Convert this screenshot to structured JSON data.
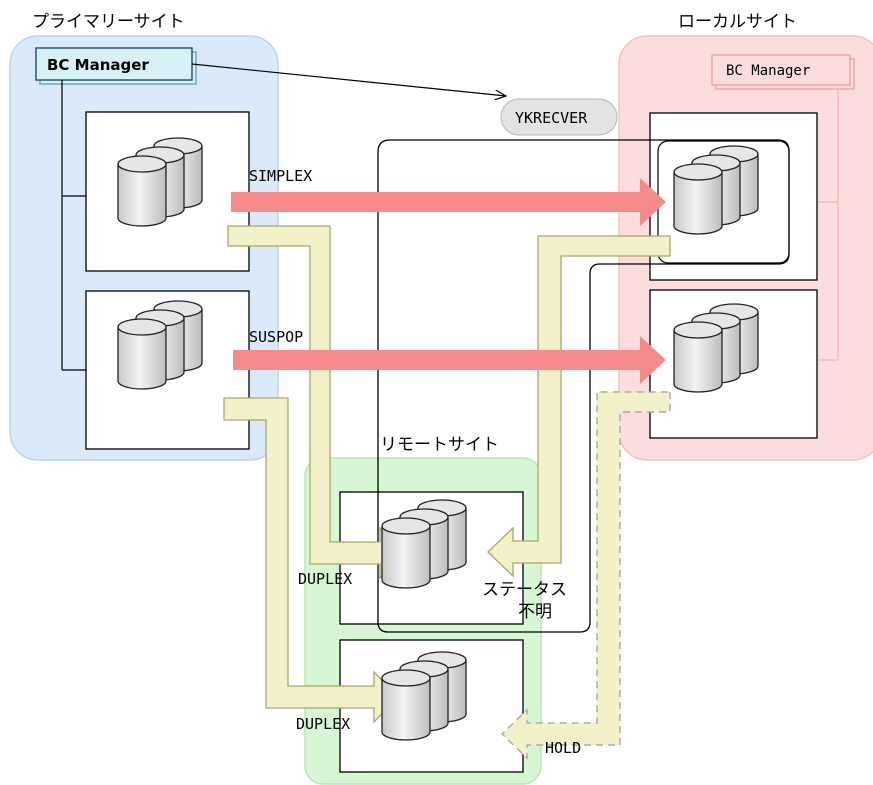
{
  "sites": {
    "primary": "プライマリーサイト",
    "local": "ローカルサイト",
    "remote": "リモートサイト"
  },
  "managers": {
    "primary": "BC Manager",
    "local": "BC Manager"
  },
  "command": "YKRECVER",
  "pair_status": {
    "simplex": "SIMPLEX",
    "suspop": "SUSPOP",
    "duplex_upper": "DUPLEX",
    "duplex_lower": "DUPLEX",
    "hold": "HOLD",
    "unknown_line1": "ステータス",
    "unknown_line2": "不明"
  },
  "colors": {
    "primary_site_bg": "#daeafb",
    "local_site_bg": "#fbdddd",
    "remote_site_bg": "#d6f6d4",
    "red_arrow": "#f48a8a",
    "yellow_arrow": "#f3f1c7",
    "manager_box": "#d7f2f7"
  }
}
